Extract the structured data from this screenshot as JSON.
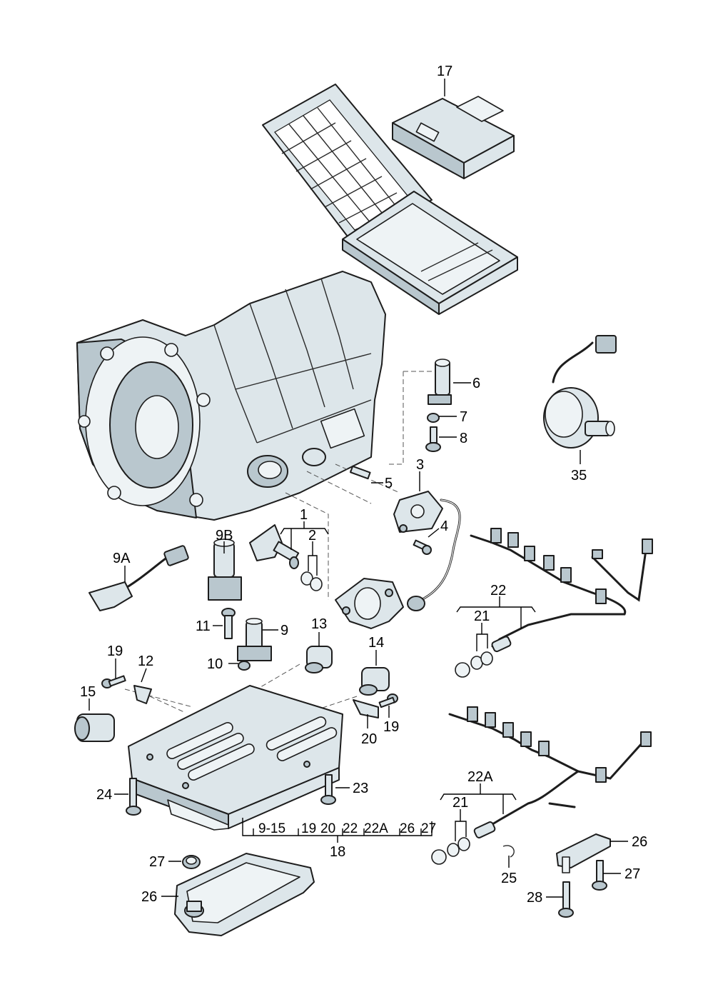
{
  "labels": {
    "p1": "1",
    "p2": "2",
    "p3": "3",
    "p4": "4",
    "p5": "5",
    "p6": "6",
    "p7": "7",
    "p8": "8",
    "p9": "9",
    "p9a": "9A",
    "p9b": "9B",
    "p10": "10",
    "p11": "11",
    "p12": "12",
    "p13": "13",
    "p14": "14",
    "p15": "15",
    "p17": "17",
    "p18": "18",
    "p19a": "19",
    "p19b": "19",
    "p20": "20",
    "p21a": "21",
    "p21b": "21",
    "p22": "22",
    "p22a": "22A",
    "p23": "23",
    "p24": "24",
    "p25": "25",
    "p26a": "26",
    "p26b": "26",
    "p27a": "27",
    "p27b": "27",
    "p28": "28",
    "p35": "35"
  },
  "assembly_18": {
    "c1": "9-15",
    "c2": "19",
    "c3": "20",
    "c4": "22",
    "c5": "22A",
    "c6": "26",
    "c7": "27"
  }
}
